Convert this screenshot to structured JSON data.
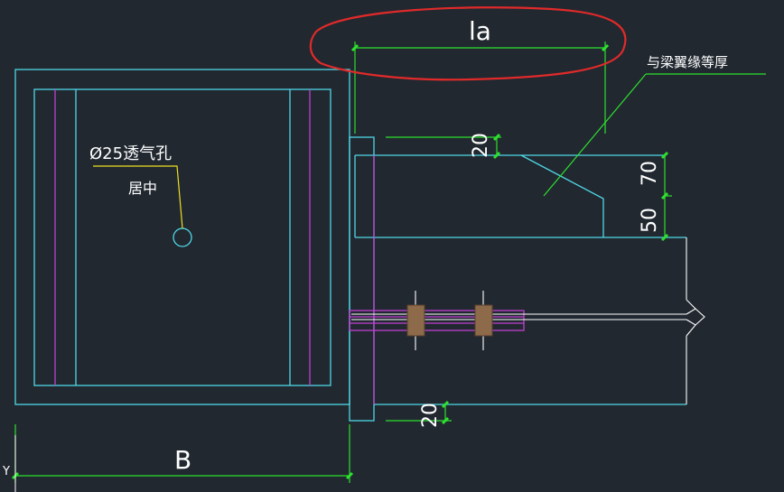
{
  "colors": {
    "background": "#212830",
    "cyan": "#4fd8e6",
    "magenta": "#c040d0",
    "green": "#2ee02e",
    "white": "#ffffff",
    "yellow": "#f0e020",
    "red": "#e02a2a",
    "brown": "#8c6a4a"
  },
  "labels": {
    "dim_la": "la",
    "dim_b": "B",
    "dim_20_top": "20",
    "dim_20_bottom": "20",
    "dim_70": "70",
    "dim_50": "50",
    "vent_hole": "Ø25透气孔",
    "centered": "居中",
    "flange_note": "与梁翼缘等厚",
    "ucs_y": "Y"
  }
}
